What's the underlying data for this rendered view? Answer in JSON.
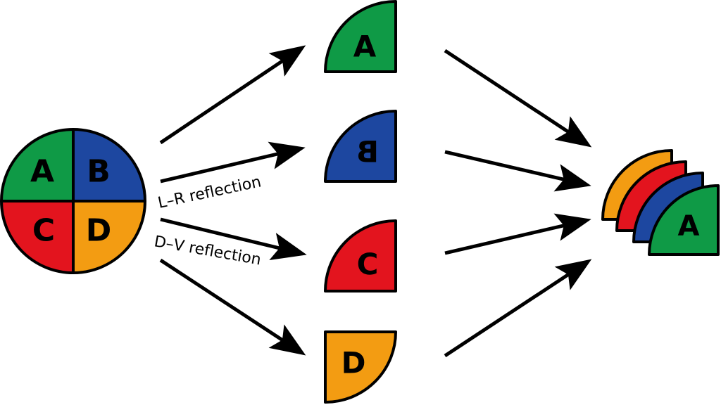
{
  "colors": {
    "green": "#0f9a46",
    "blue": "#1d47a0",
    "red": "#e3141e",
    "orange": "#f39c12",
    "outline": "#000000"
  },
  "circle": {
    "quadrants": [
      {
        "letter": "A",
        "color": "green"
      },
      {
        "letter": "B",
        "color": "blue"
      },
      {
        "letter": "C",
        "color": "red"
      },
      {
        "letter": "D",
        "color": "orange"
      }
    ]
  },
  "pieces": [
    {
      "letter": "A",
      "color": "green"
    },
    {
      "letter": "B",
      "color": "blue"
    },
    {
      "letter": "C",
      "color": "red"
    },
    {
      "letter": "D",
      "color": "orange"
    }
  ],
  "labels": {
    "lr_reflection": "L–R reflection",
    "dv_reflection": "D–V reflection"
  },
  "stack": {
    "top_letter": "A",
    "layers": [
      "orange",
      "red",
      "blue",
      "green"
    ]
  }
}
